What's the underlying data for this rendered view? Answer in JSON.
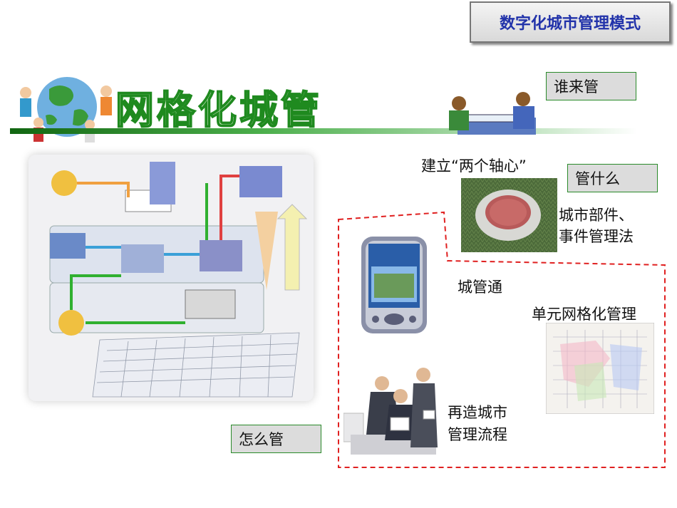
{
  "header": {
    "title": "数字化城市管理模式"
  },
  "banner": {
    "heading": "网格化城管"
  },
  "questions": {
    "who": "谁来管",
    "what": "管什么",
    "how": "怎么管"
  },
  "labels": {
    "two_axes": "建立“两个轴心”",
    "components_line1": "城市部件、",
    "components_line2": "事件管理法",
    "device": "城管通",
    "grid_unit": "单元网格化管理",
    "process_line1": "再造城市",
    "process_line2": "管理流程"
  },
  "colors": {
    "title_text": "#2233aa",
    "banner_green": "#1f8a1f",
    "dashed_border": "#e02020",
    "label_border": "#2a8a2a"
  }
}
